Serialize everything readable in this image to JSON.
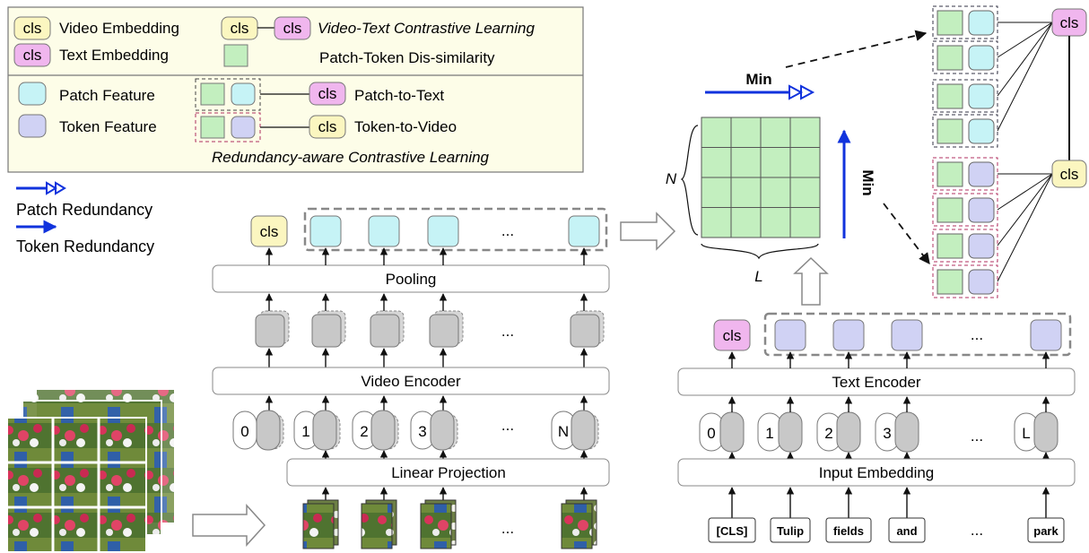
{
  "legend": {
    "cls": "cls",
    "video_embedding": "Video Embedding",
    "text_embedding": "Text Embedding",
    "vtcl": "Video-Text Contrastive Learning",
    "patch_token_dissimilarity": "Patch-Token Dis-similarity",
    "patch_feature": "Patch Feature",
    "token_feature": "Token Feature",
    "patch_to_text": "Patch-to-Text",
    "token_to_video": "Token-to-Video",
    "racl": "Redundancy-aware Contrastive Learning",
    "patch_redundancy": "Patch Redundancy",
    "token_redundancy": "Token Redundancy"
  },
  "video_branch": {
    "cls": "cls",
    "pooling": "Pooling",
    "video_encoder": "Video Encoder",
    "linear_projection": "Linear Projection",
    "position_indices": [
      "0",
      "1",
      "2",
      "3",
      "N"
    ],
    "ellipsis": "..."
  },
  "text_branch": {
    "cls": "cls",
    "text_encoder": "Text Encoder",
    "input_embedding": "Input Embedding",
    "position_indices": [
      "0",
      "1",
      "2",
      "3",
      "L"
    ],
    "words": [
      "[CLS]",
      "Tulip",
      "fields",
      "and",
      "park"
    ],
    "ellipsis": "..."
  },
  "matrix": {
    "n_label": "N",
    "l_label": "L",
    "min_horizontal": "Min",
    "min_vertical": "Min",
    "rows": 4,
    "cols": 4
  },
  "right_panel": {
    "cls_top": "cls",
    "cls_bottom": "cls"
  },
  "colors": {
    "video_cls": "#fbf6c0",
    "text_cls": "#f0b6ee",
    "patch_feature": "#c6f3f6",
    "token_feature": "#d0d2f4",
    "dissimilarity": "#c3efbf",
    "encoder_box": "#c8c8c8",
    "arrow_blue": "#1133dd"
  }
}
